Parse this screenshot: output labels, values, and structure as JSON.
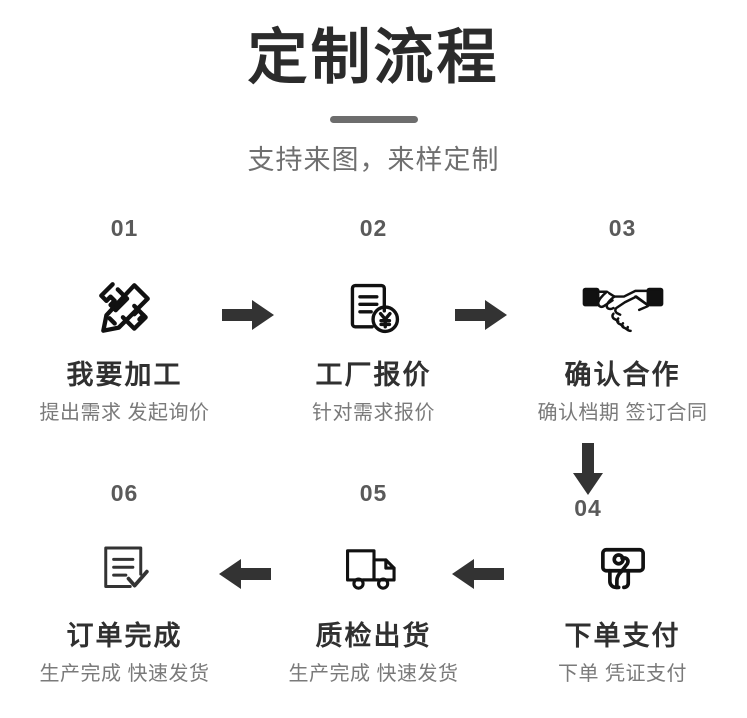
{
  "header": {
    "title": "定制流程",
    "subtitle": "支持来图，来样定制",
    "divider": "title-divider"
  },
  "colors": {
    "title": "#2b2b2b",
    "subtitle": "#6f6f6f",
    "divider": "#6d6d6d",
    "step_number": "#5a5a5a",
    "step_title": "#303030",
    "step_desc": "#7a7a7a",
    "arrow": "#333333",
    "icon": "#111111",
    "background": "#ffffff"
  },
  "steps": [
    {
      "number": "01",
      "title": "我要加工",
      "desc": "提出需求 发起询价",
      "icon": "pen-ruler-icon"
    },
    {
      "number": "02",
      "title": "工厂报价",
      "desc": "针对需求报价",
      "icon": "document-yuan-icon"
    },
    {
      "number": "03",
      "title": "确认合作",
      "desc": "确认档期 签订合同",
      "icon": "handshake-icon"
    },
    {
      "number": "06",
      "title": "订单完成",
      "desc": "生产完成 快速发货",
      "icon": "document-check-icon"
    },
    {
      "number": "05",
      "title": "质检出货",
      "desc": "生产完成 快速发货",
      "icon": "delivery-truck-icon"
    },
    {
      "number": "04",
      "title": "下单支付",
      "desc": "下单 凭证支付",
      "icon": "hand-card-payment-icon"
    }
  ],
  "arrows": [
    {
      "name": "arrow-right-01-to-02",
      "direction": "right"
    },
    {
      "name": "arrow-right-02-to-03",
      "direction": "right"
    },
    {
      "name": "arrow-down-03-to-04",
      "direction": "down"
    },
    {
      "name": "arrow-left-04-to-05",
      "direction": "left"
    },
    {
      "name": "arrow-left-05-to-06",
      "direction": "left"
    }
  ]
}
